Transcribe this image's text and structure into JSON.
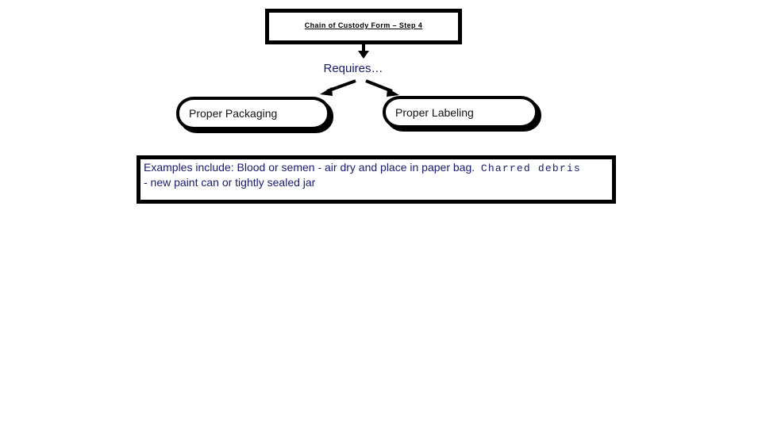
{
  "slide": {
    "background_color": "#ffffff",
    "title_box": {
      "text": "Chain of Custody Form – Step 4",
      "border_color": "#000000",
      "text_color": "#000000"
    },
    "connector_label": {
      "text": "Requires…",
      "color": "#191970"
    },
    "branches": [
      {
        "id": "proper-packaging",
        "label": "Proper Packaging",
        "text_color": "#111111",
        "border_color": "#000000",
        "shadow_color": "#000000"
      },
      {
        "id": "proper-labeling",
        "label": "Proper Labeling",
        "text_color": "#111111",
        "border_color": "#000000",
        "shadow_color": "#000000"
      }
    ],
    "examples_box": {
      "border_color": "#000000",
      "text_color": "#191970",
      "line1_part1": "Examples include: Blood or semen - air dry and place in paper bag.",
      "line1_mono": "Charred debris",
      "line2": "- new paint can or tightly sealed jar"
    },
    "arrows": {
      "down_arrow": "arrow-down-icon",
      "branch_left": "arrow-down-left-icon",
      "branch_right": "arrow-down-right-icon",
      "color": "#000000"
    }
  }
}
